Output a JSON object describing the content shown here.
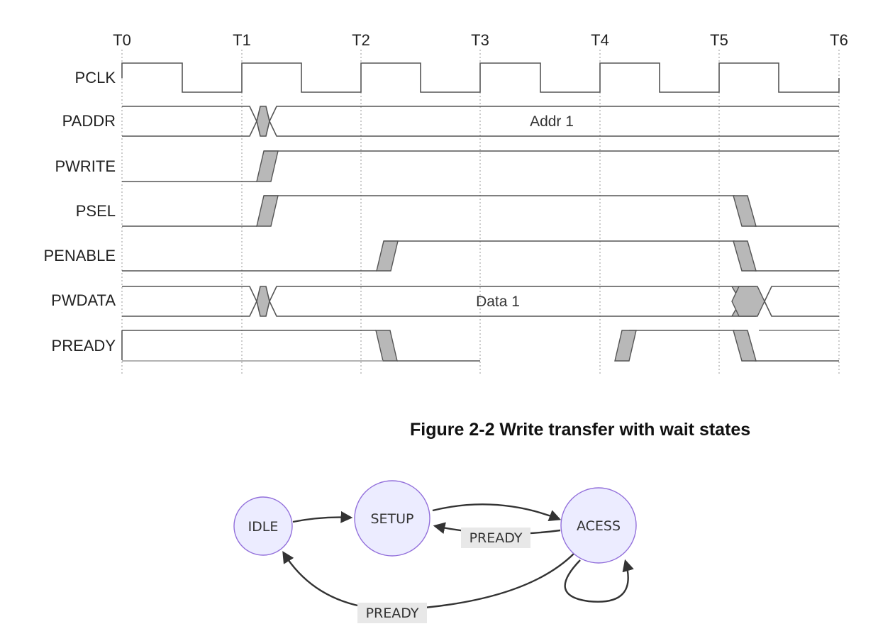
{
  "timing_diagram": {
    "time_labels": [
      "T0",
      "T1",
      "T2",
      "T3",
      "T4",
      "T5",
      "T6"
    ],
    "signals": {
      "pclk": "PCLK",
      "paddr": "PADDR",
      "pwrite": "PWRITE",
      "psel": "PSEL",
      "penable": "PENABLE",
      "pwdata": "PWDATA",
      "pready": "PREADY"
    },
    "bus_values": {
      "paddr": "Addr 1",
      "pwdata": "Data 1"
    }
  },
  "caption": "Figure 2-2 Write transfer with wait states",
  "state_machine": {
    "states": {
      "idle": "IDLE",
      "setup": "SETUP",
      "access": "ACESS"
    },
    "edge_labels": {
      "access_to_setup": "PREADY",
      "access_to_idle": "PREADY"
    }
  },
  "colors": {
    "state_fill": "#ececff",
    "state_stroke": "#9370db",
    "transition_fill": "#b8b8b8",
    "edge_label_bg": "#e8e8e8"
  }
}
